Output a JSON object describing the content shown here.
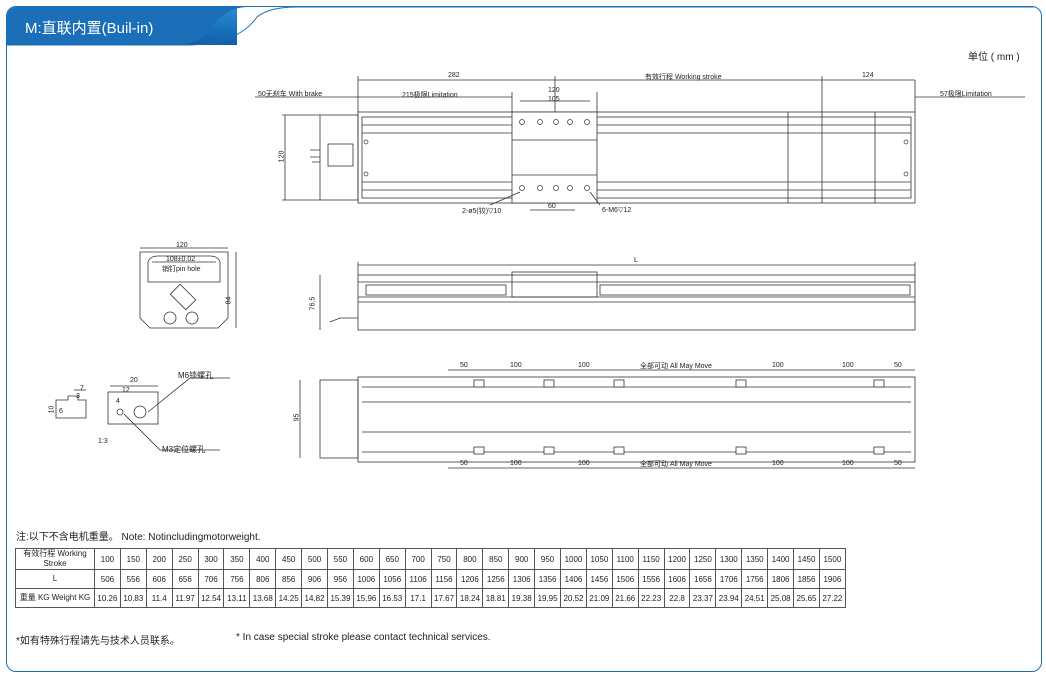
{
  "header": {
    "title": "M:直联内置(Buil-in)"
  },
  "unit_label": "单位 ( mm )",
  "top_view": {
    "d282": "282",
    "working_stroke": "有效行程 Working stroke",
    "d124": "124",
    "brake": "50无刹车 With brake",
    "limit215": "215极限Limitation",
    "d120": "120",
    "d105": "105",
    "limit57": "57极限Limitation",
    "h120": "120",
    "holes_left": "2-ø5(铰)▽10",
    "d60": "60",
    "holes_right": "6-M6▽12"
  },
  "end_view": {
    "w120": "120",
    "d108": "108±0.02",
    "pin_hole": "销钉pin hole",
    "h84": "84"
  },
  "side_view": {
    "L": "L",
    "h76": "76.5"
  },
  "slot_detail": {
    "d7": "7",
    "d3": "3",
    "d10": "10",
    "d6": "6",
    "d20": "20",
    "d12": "12",
    "d4": "4",
    "m6": "M6锁螺孔",
    "m3": "M3定位螺孔",
    "scale": "1:3"
  },
  "bottom_view": {
    "d50a": "50",
    "d100a": "100",
    "d100b": "100",
    "move_top": "全部可动 All May Move",
    "d100c": "100",
    "d100d": "100",
    "d50b": "50",
    "h95": "95",
    "d50c": "50",
    "d100e": "100",
    "d100f": "100",
    "move_bot": "全部可动 All May Move",
    "d100g": "100",
    "d100h": "100",
    "d50d": "50"
  },
  "note": "注:以下不含电机重量。 Note:  Notincludingmotorweight.",
  "spec_table": {
    "row_stroke": {
      "label": "有效行程 Working Stroke",
      "values": [
        "100",
        "150",
        "200",
        "250",
        "300",
        "350",
        "400",
        "450",
        "500",
        "550",
        "600",
        "650",
        "700",
        "750",
        "800",
        "850",
        "900",
        "950",
        "1000",
        "1050",
        "1100",
        "1150",
        "1200",
        "1250",
        "1300",
        "1350",
        "1400",
        "1450",
        "1500"
      ]
    },
    "row_L": {
      "label": "L",
      "values": [
        "506",
        "556",
        "606",
        "656",
        "706",
        "756",
        "806",
        "856",
        "906",
        "956",
        "1006",
        "1056",
        "1106",
        "1156",
        "1206",
        "1256",
        "1306",
        "1356",
        "1406",
        "1456",
        "1506",
        "1556",
        "1606",
        "1656",
        "1706",
        "1756",
        "1806",
        "1856",
        "1906"
      ]
    },
    "row_weight": {
      "label": "重量 KG Weight KG",
      "values": [
        "10.26",
        "10.83",
        "11.4",
        "11.97",
        "12.54",
        "13.11",
        "13.68",
        "14.25",
        "14.82",
        "15.39",
        "15.96",
        "16.53",
        "17.1",
        "17.67",
        "18.24",
        "18.81",
        "19.38",
        "19.95",
        "20.52",
        "21.09",
        "21.66",
        "22.23",
        "22.8",
        "23.37",
        "23.94",
        "24.51",
        "25.08",
        "25.65",
        "27.22"
      ]
    }
  },
  "footer": {
    "cn": "*如有特殊行程请先与技术人员联系。",
    "en": "*  In case special stroke please contact technical services."
  }
}
